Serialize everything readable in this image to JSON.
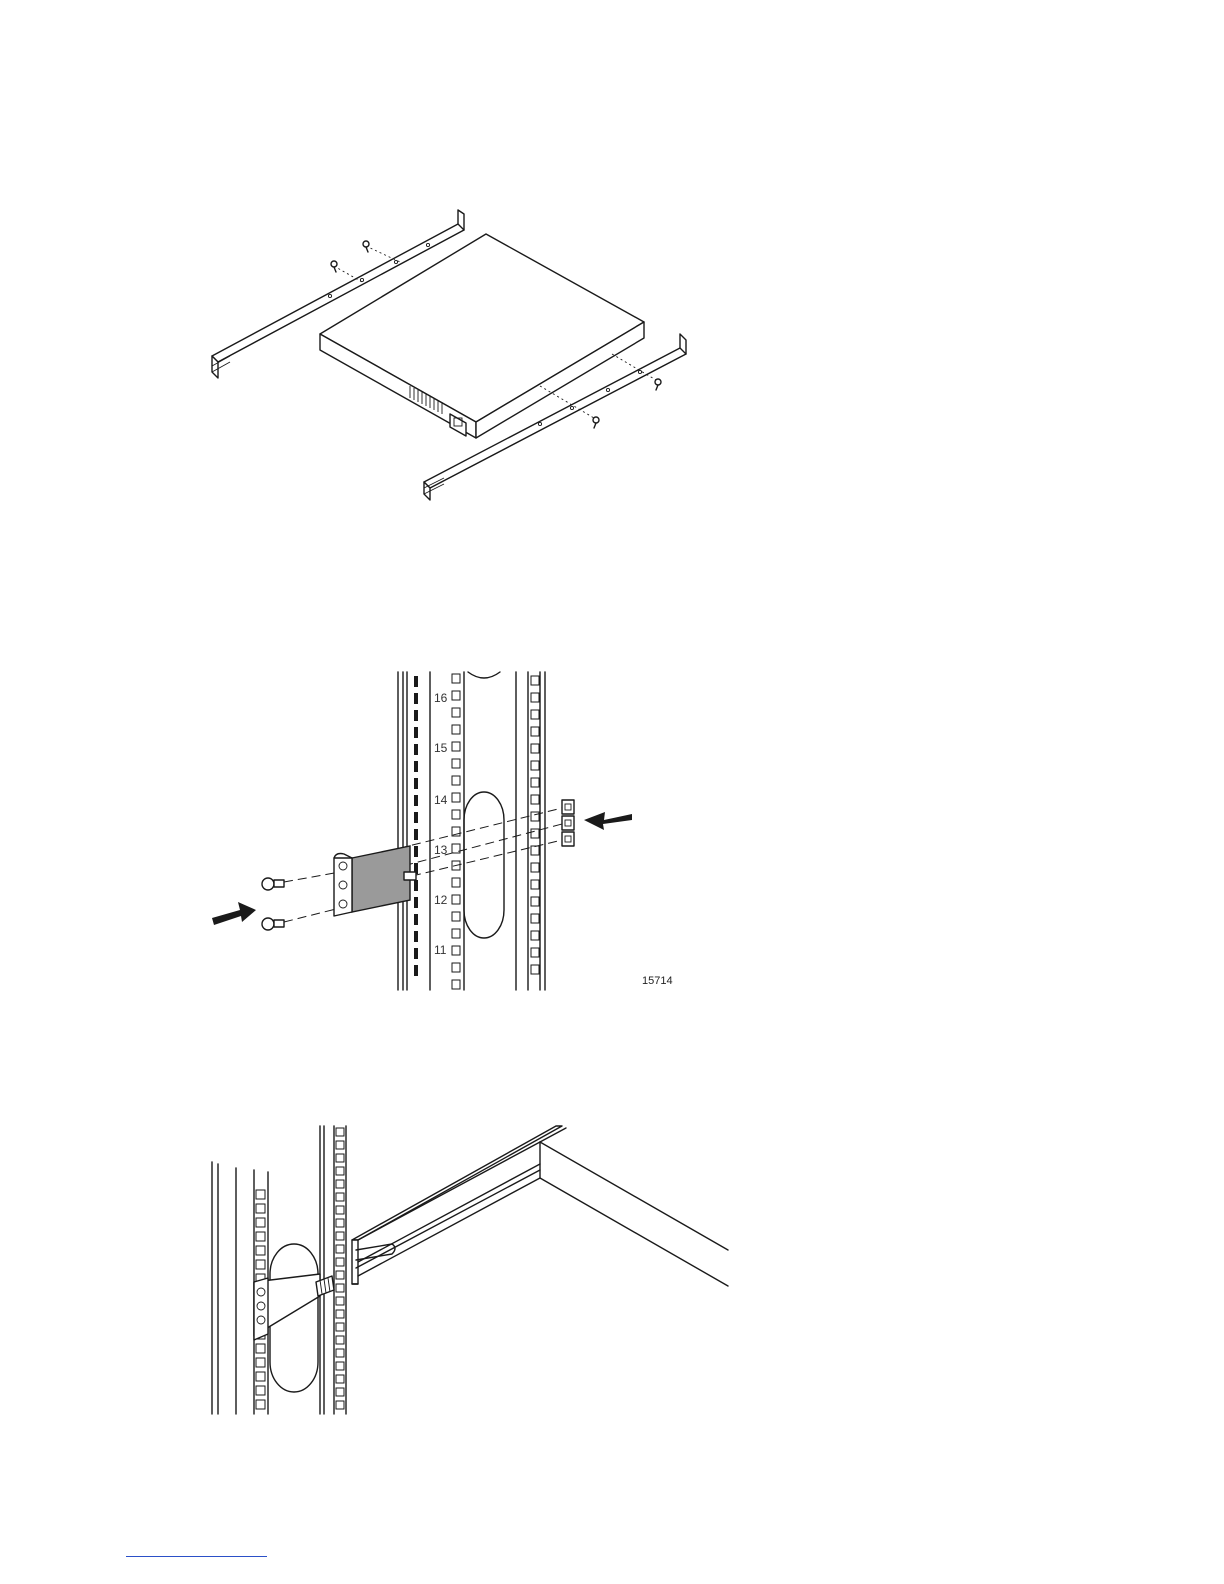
{
  "figure_2": {
    "part_number": "15714",
    "rack_unit_labels": [
      "16",
      "15",
      "14",
      "13",
      "12",
      "11"
    ]
  },
  "colors": {
    "line": "#1a1a1a",
    "bracket_fill": "#9a9a9a",
    "footer_rule": "#2b50c8"
  },
  "icons": [
    "arrow-icon",
    "screw-icon",
    "cage-nut-icon"
  ]
}
